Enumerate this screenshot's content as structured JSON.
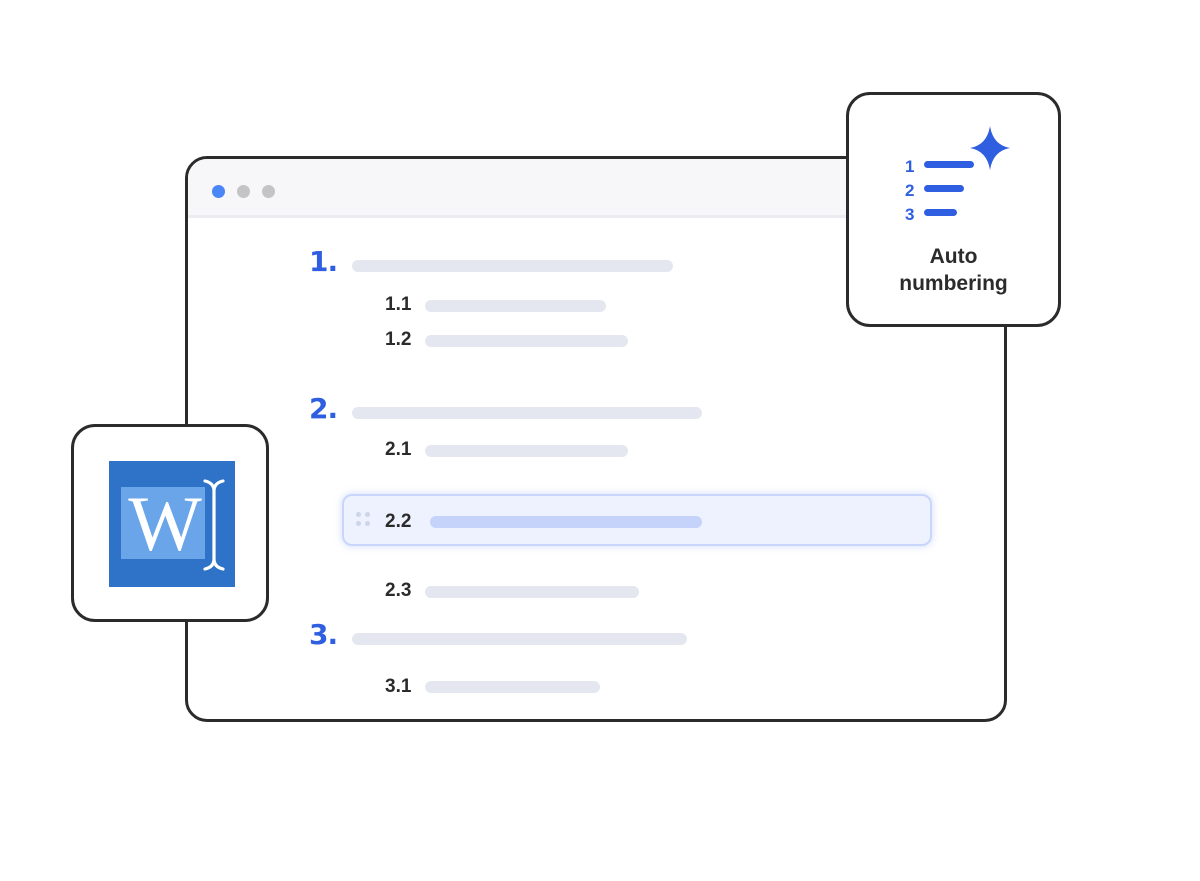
{
  "window": {
    "dot_colors": [
      "#4a86f5",
      "#c4c4c7",
      "#c4c4c7"
    ]
  },
  "outline": {
    "sections": [
      {
        "number": "1.",
        "items": [
          "1.1",
          "1.2"
        ]
      },
      {
        "number": "2.",
        "items": [
          "2.1",
          "2.2",
          "2.3"
        ]
      },
      {
        "number": "3.",
        "items": [
          "3.1"
        ]
      }
    ],
    "highlighted_item": "2.2"
  },
  "auto_numbering_card": {
    "list_numbers": [
      "1",
      "2",
      "3"
    ],
    "label_line1": "Auto",
    "label_line2": "numbering",
    "icon": "numbered-list-sparkle-icon"
  },
  "word_card": {
    "icon": "microsoft-word-icon",
    "letter": "W"
  },
  "colors": {
    "accent": "#2f5fe0",
    "highlight_bg": "#eef2ff",
    "placeholder_bar": "#e4e7ef",
    "word_blue": "#2e73c7"
  }
}
